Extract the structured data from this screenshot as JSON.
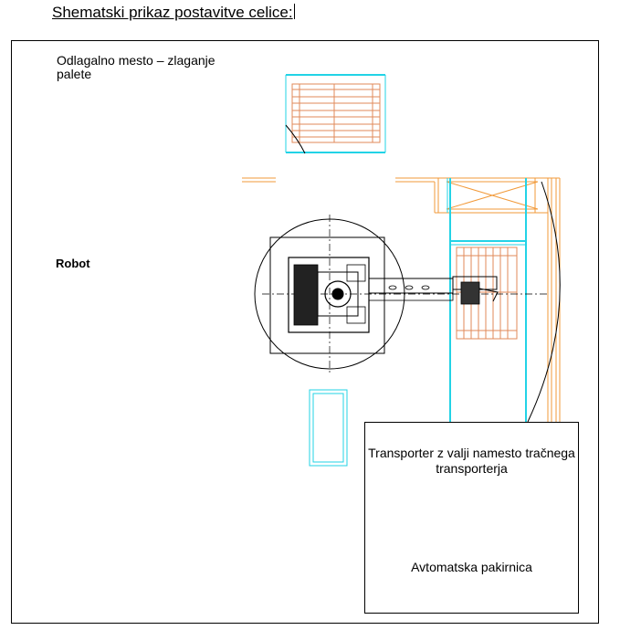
{
  "title": "Shematski prikaz postavitve celice:",
  "labels": {
    "drop_place": "Odlagalno mesto – zlaganje palete",
    "robot": "Robot",
    "conveyor": "Transporter z valji namesto tračnega transporterja",
    "packer": "Avtomatska pakirnica"
  },
  "colors": {
    "pallet": "#e08a5a",
    "conveyor": "#22d3e6",
    "guard": "#f29a3a",
    "robot": "#000000"
  }
}
